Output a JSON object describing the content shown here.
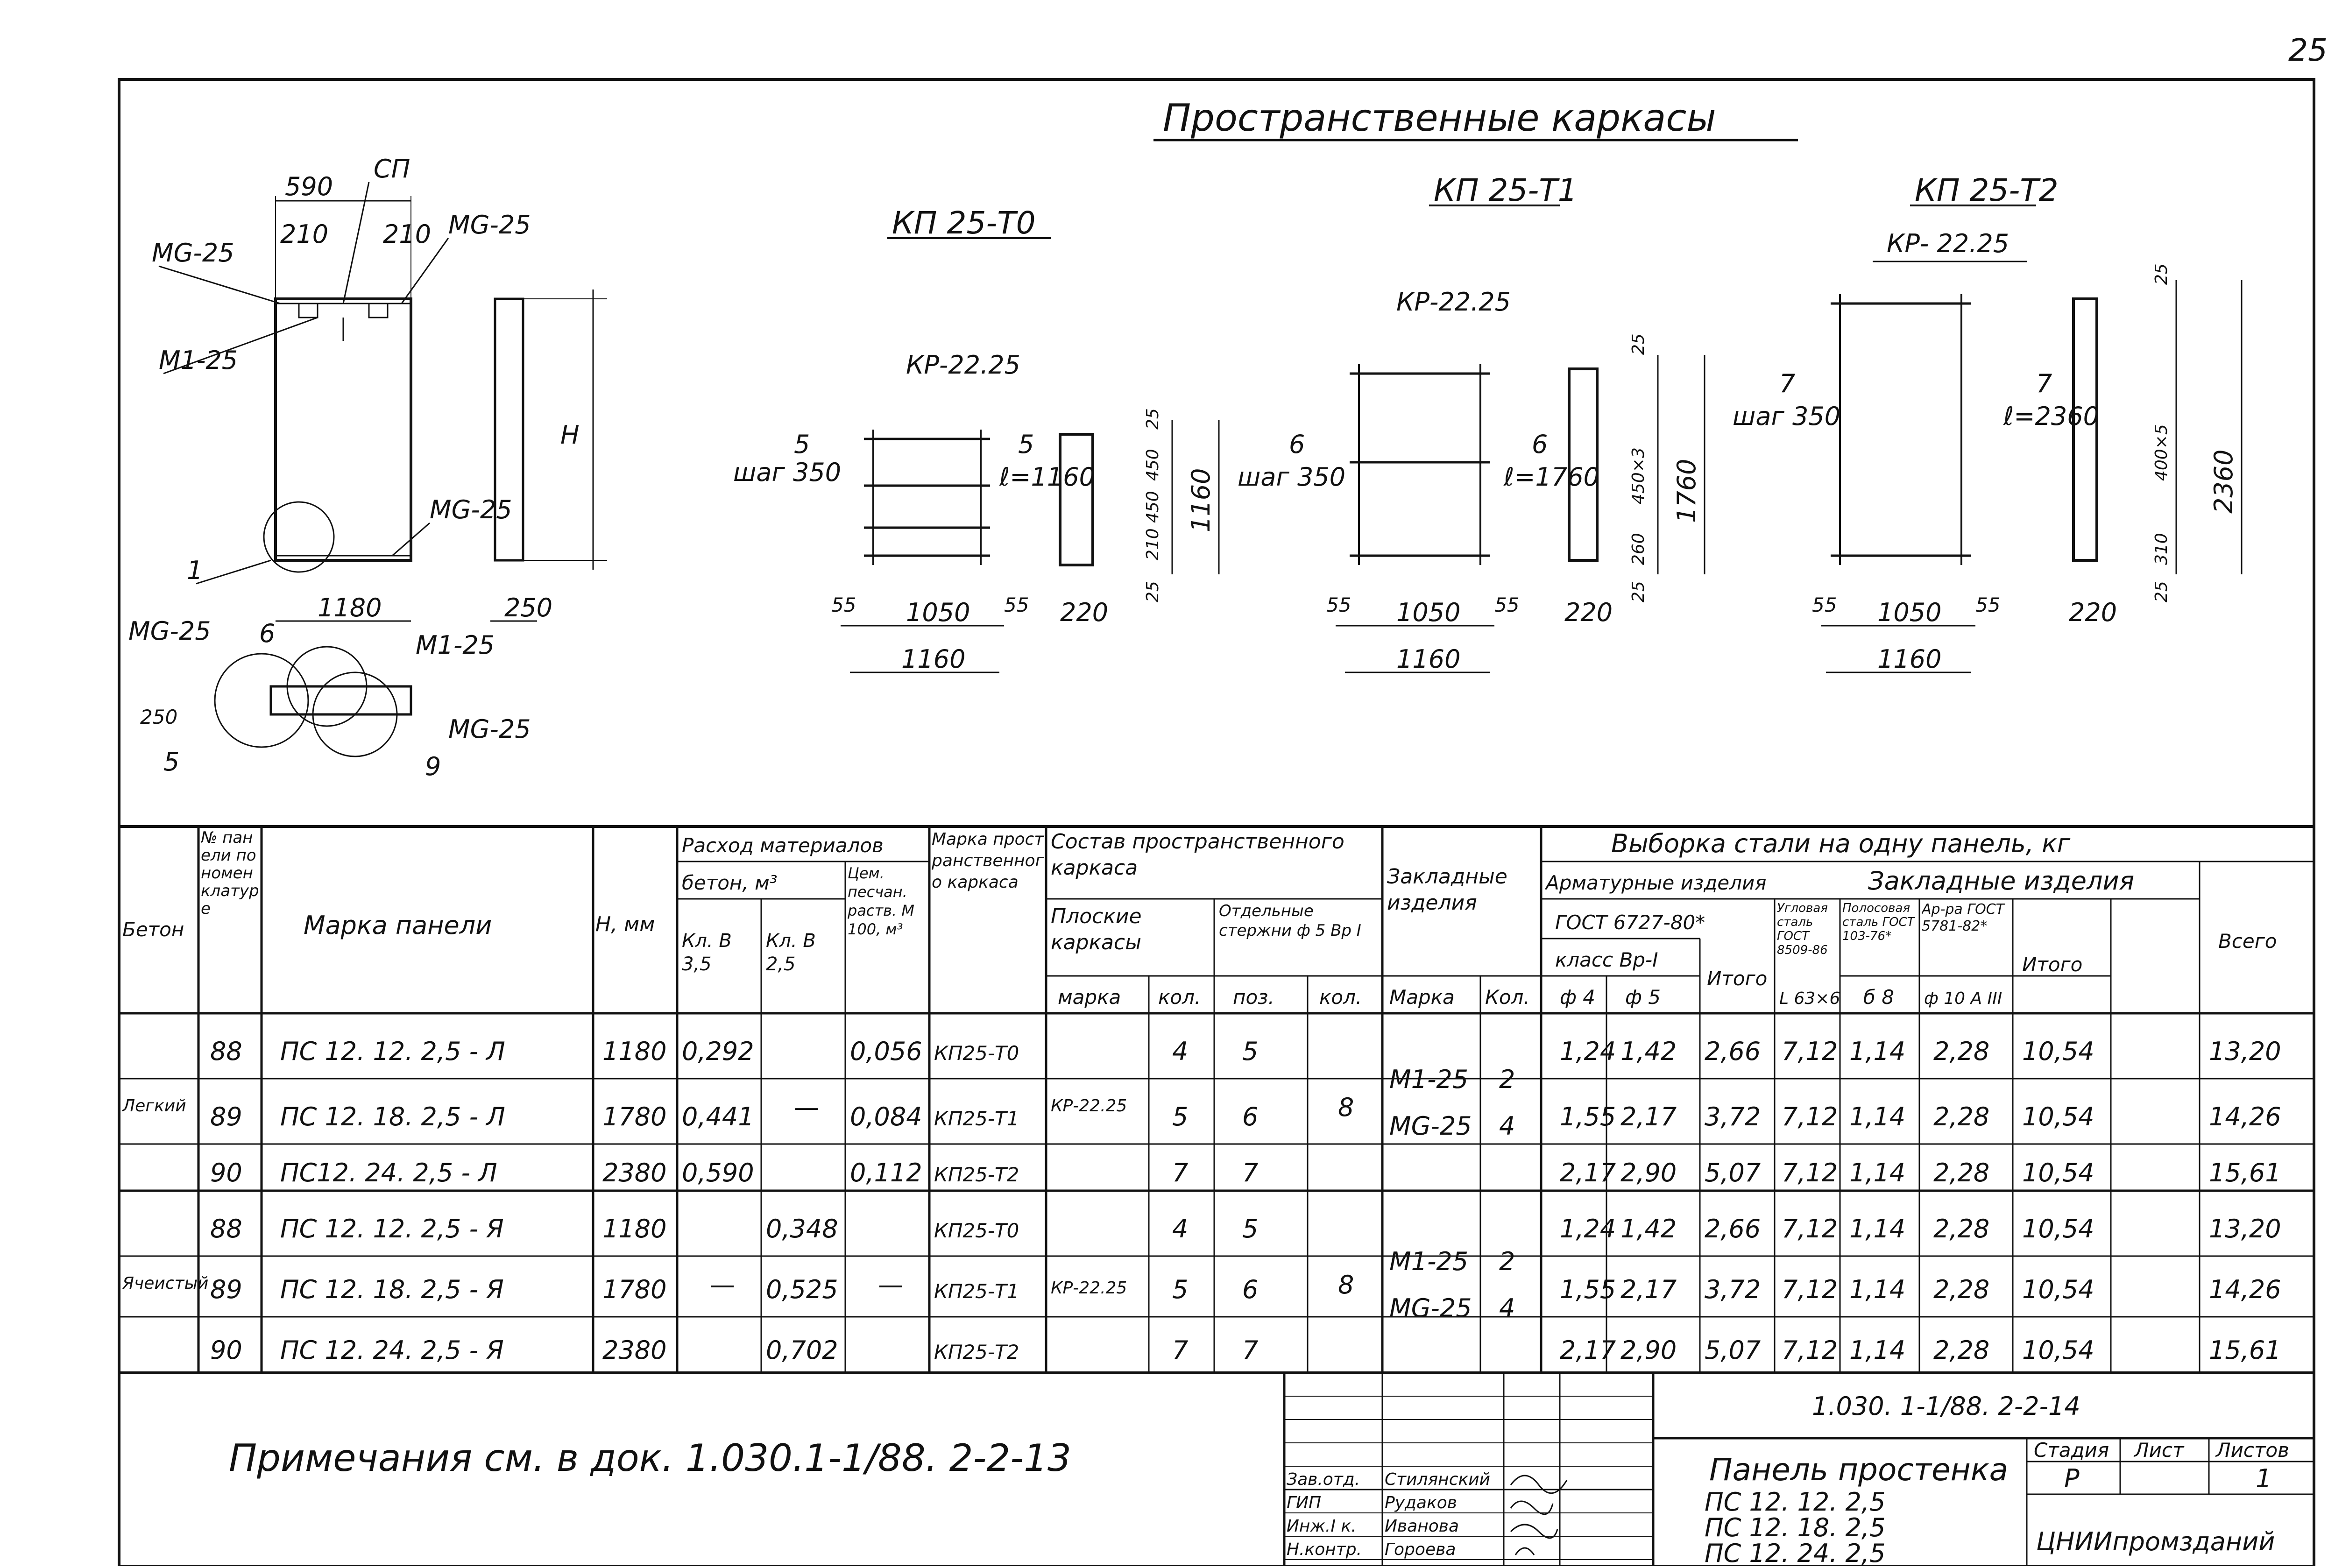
{
  "page_number": "25",
  "drawing": {
    "main_title": "Пространственные каркасы",
    "section_view": {
      "dim_590": "590",
      "dim_210_left": "210",
      "dim_210_right": "210",
      "label_sp": "СП",
      "label_mg25_top_left": "МG-25",
      "label_mg25_top_right": "МG-25",
      "label_m1_25": "М1-25",
      "label_mg25_mid": "МG-25",
      "callout_1": "1",
      "dim_1180": "1180",
      "dim_h": "Н",
      "dim_250": "250"
    },
    "plan_view": {
      "label_mg25_left": "МG-25",
      "label_6": "6",
      "label_m1_25": "М1-25",
      "dim_250": "250",
      "label_mg25_right": "МG-25",
      "callout_5": "5",
      "callout_9": "9"
    },
    "frames": [
      {
        "title": "КП 25-Т0",
        "kr": "КР-22.25",
        "pos": "5",
        "step": "шаг 350",
        "pos_b": "5",
        "len": "ℓ=1160",
        "bottom_a": "55",
        "bottom_b": "1050",
        "bottom_c": "55",
        "width": "1160",
        "side_w": "220",
        "v1": "25",
        "v2": "210",
        "v3": "450",
        "v4": "450",
        "v5": "25",
        "vtot": "1160"
      },
      {
        "title": "КП 25-Т1",
        "kr": "КР-22.25",
        "pos": "6",
        "step": "шаг 350",
        "pos_b": "6",
        "len": "ℓ=1760",
        "bottom_a": "55",
        "bottom_b": "1050",
        "bottom_c": "55",
        "width": "1160",
        "side_w": "220",
        "v1": "25",
        "v2": "260",
        "v3": "450×3",
        "v5": "25",
        "vtot": "1760"
      },
      {
        "title": "КП 25-Т2",
        "kr": "КР- 22.25",
        "pos": "7",
        "step": "шаг 350",
        "pos_b": "7",
        "len": "ℓ=2360",
        "bottom_a": "55",
        "bottom_b": "1050",
        "bottom_c": "55",
        "width": "1160",
        "side_w": "220",
        "v1": "25",
        "v2": "310",
        "v3": "400×5",
        "v5": "25",
        "vtot": "2360"
      }
    ]
  },
  "table": {
    "headers": {
      "beton": "Бетон",
      "num": "№ панели по номенклатуре",
      "marka": "Марка панели",
      "h": "Н, мм",
      "rashod": "Расход материалов",
      "beton_m3": "бетон, м³",
      "kl35": "Кл. В 3,5",
      "kl25": "Кл. В 2,5",
      "cem": "Цем. песчан. раств. М 100, м³",
      "marka_karkasa": "Марка пространственного каркаса",
      "sostav": "Состав пространственного каркаса",
      "ploskie": "Плоские каркасы",
      "otdelnye": "Отдельные стержни ф 5 Вр I",
      "marka_sub": "марка",
      "kol_sub": "кол.",
      "poz_sub": "поз.",
      "kol_sub2": "кол.",
      "zaklad": "Закладные изделия",
      "z_marka": "Марка",
      "z_kol": "Кол.",
      "vyborka": "Выборка стали на одну панель, кг",
      "armatur": "Арматурные изделия",
      "gost": "ГОСТ 6727-80*",
      "klass": "класс Вр-I",
      "f4": "ф 4",
      "f5": "ф 5",
      "itogo1": "Итого",
      "zaklad2": "Закладные изделия",
      "ugol": "Угловая сталь ГОСТ 8509-86",
      "ugol_val": "L 63×6",
      "polos": "Полосовая сталь ГОСТ 103-76*",
      "polos_val": "б 8",
      "arm": "Ар-ра ГОСТ 5781-82*",
      "arm_val": "ф 10 А III",
      "itogo2": "Итого",
      "vsego": "Всего"
    },
    "groups": [
      {
        "beton": "Легкий",
        "kl_dash": "—",
        "ploskie": "КР-22.25",
        "otd_kol": "8",
        "z_m1": "М1-25",
        "z_m1_kol": "2",
        "z_mg": "МG-25",
        "z_mg_kol": "4",
        "rows": [
          {
            "num": "88",
            "marka": "ПС 12. 12. 2,5 - Л",
            "h": "1180",
            "kl35": "0,292",
            "cem": "0,056",
            "karkas": "КП25-Т0",
            "kol": "4",
            "poz": "5",
            "f4": "1,24",
            "f5": "1,42",
            "it1": "2,66",
            "ugol": "7,12",
            "polos": "1,14",
            "arm": "2,28",
            "it2": "10,54",
            "vsego": "13,20"
          },
          {
            "num": "89",
            "marka": "ПС 12. 18. 2,5 - Л",
            "h": "1780",
            "kl35": "0,441",
            "cem": "0,084",
            "karkas": "КП25-Т1",
            "kol": "5",
            "poz": "6",
            "f4": "1,55",
            "f5": "2,17",
            "it1": "3,72",
            "ugol": "7,12",
            "polos": "1,14",
            "arm": "2,28",
            "it2": "10,54",
            "vsego": "14,26"
          },
          {
            "num": "90",
            "marka": "ПС12. 24. 2,5 - Л",
            "h": "2380",
            "kl35": "0,590",
            "cem": "0,112",
            "karkas": "КП25-Т2",
            "kol": "7",
            "poz": "7",
            "f4": "2,17",
            "f5": "2,90",
            "it1": "5,07",
            "ugol": "7,12",
            "polos": "1,14",
            "arm": "2,28",
            "it2": "10,54",
            "vsego": "15,61"
          }
        ]
      },
      {
        "beton": "Ячеистый",
        "kl_dash": "—",
        "cem_dash": "—",
        "ploskie": "КР-22.25",
        "otd_kol": "8",
        "z_m1": "М1-25",
        "z_m1_kol": "2",
        "z_mg": "МG-25",
        "z_mg_kol": "4",
        "rows": [
          {
            "num": "88",
            "marka": "ПС 12. 12. 2,5 - Я",
            "h": "1180",
            "kl25": "0,348",
            "karkas": "КП25-Т0",
            "kol": "4",
            "poz": "5",
            "f4": "1,24",
            "f5": "1,42",
            "it1": "2,66",
            "ugol": "7,12",
            "polos": "1,14",
            "arm": "2,28",
            "it2": "10,54",
            "vsego": "13,20"
          },
          {
            "num": "89",
            "marka": "ПС 12. 18. 2,5 - Я",
            "h": "1780",
            "kl25": "0,525",
            "karkas": "КП25-Т1",
            "kol": "5",
            "poz": "6",
            "f4": "1,55",
            "f5": "2,17",
            "it1": "3,72",
            "ugol": "7,12",
            "polos": "1,14",
            "arm": "2,28",
            "it2": "10,54",
            "vsego": "14,26"
          },
          {
            "num": "90",
            "marka": "ПС 12. 24. 2,5 - Я",
            "h": "2380",
            "kl25": "0,702",
            "karkas": "КП25-Т2",
            "kol": "7",
            "poz": "7",
            "f4": "2,17",
            "f5": "2,90",
            "it1": "5,07",
            "ugol": "7,12",
            "polos": "1,14",
            "arm": "2,28",
            "it2": "10,54",
            "vsego": "15,61"
          }
        ]
      }
    ]
  },
  "note": "Примечания см. в док. 1.030.1-1/88. 2-2-13",
  "stamp": {
    "code": "1.030. 1-1/88. 2-2-14",
    "roles": [
      "Зав.отд.",
      "ГИП",
      "Инж.I к.",
      "Н.контр."
    ],
    "names": [
      "Стилянский",
      "Рудаков",
      "Иванова",
      "Гороева"
    ],
    "title_1": "Панель простенка",
    "title_2": "ПС 12. 12. 2,5",
    "title_3": "ПС 12. 18. 2,5",
    "title_4": "ПС 12. 24. 2,5",
    "stadia_label": "Стадия",
    "list_label": "Лист",
    "listov_label": "Листов",
    "stadia": "Р",
    "list": "",
    "listov": "1",
    "org": "ЦНИИпромзданий"
  }
}
